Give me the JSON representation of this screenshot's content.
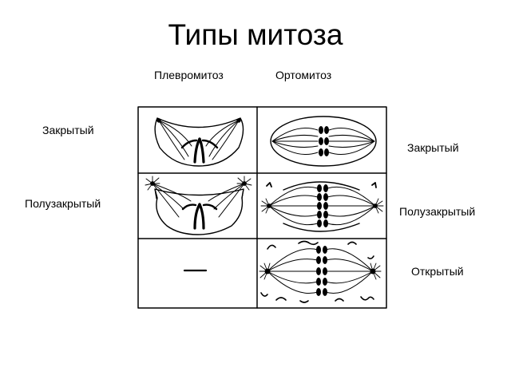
{
  "title": "Типы митоза",
  "columns": [
    "Плевромитоз",
    "Ортомитоз"
  ],
  "left_labels": [
    "Закрытый",
    "Полузакрытый"
  ],
  "right_labels": [
    "Закрытый",
    "Полузакрытый",
    "Открытый"
  ],
  "colors": {
    "ink": "#000000",
    "background": "#ffffff"
  }
}
